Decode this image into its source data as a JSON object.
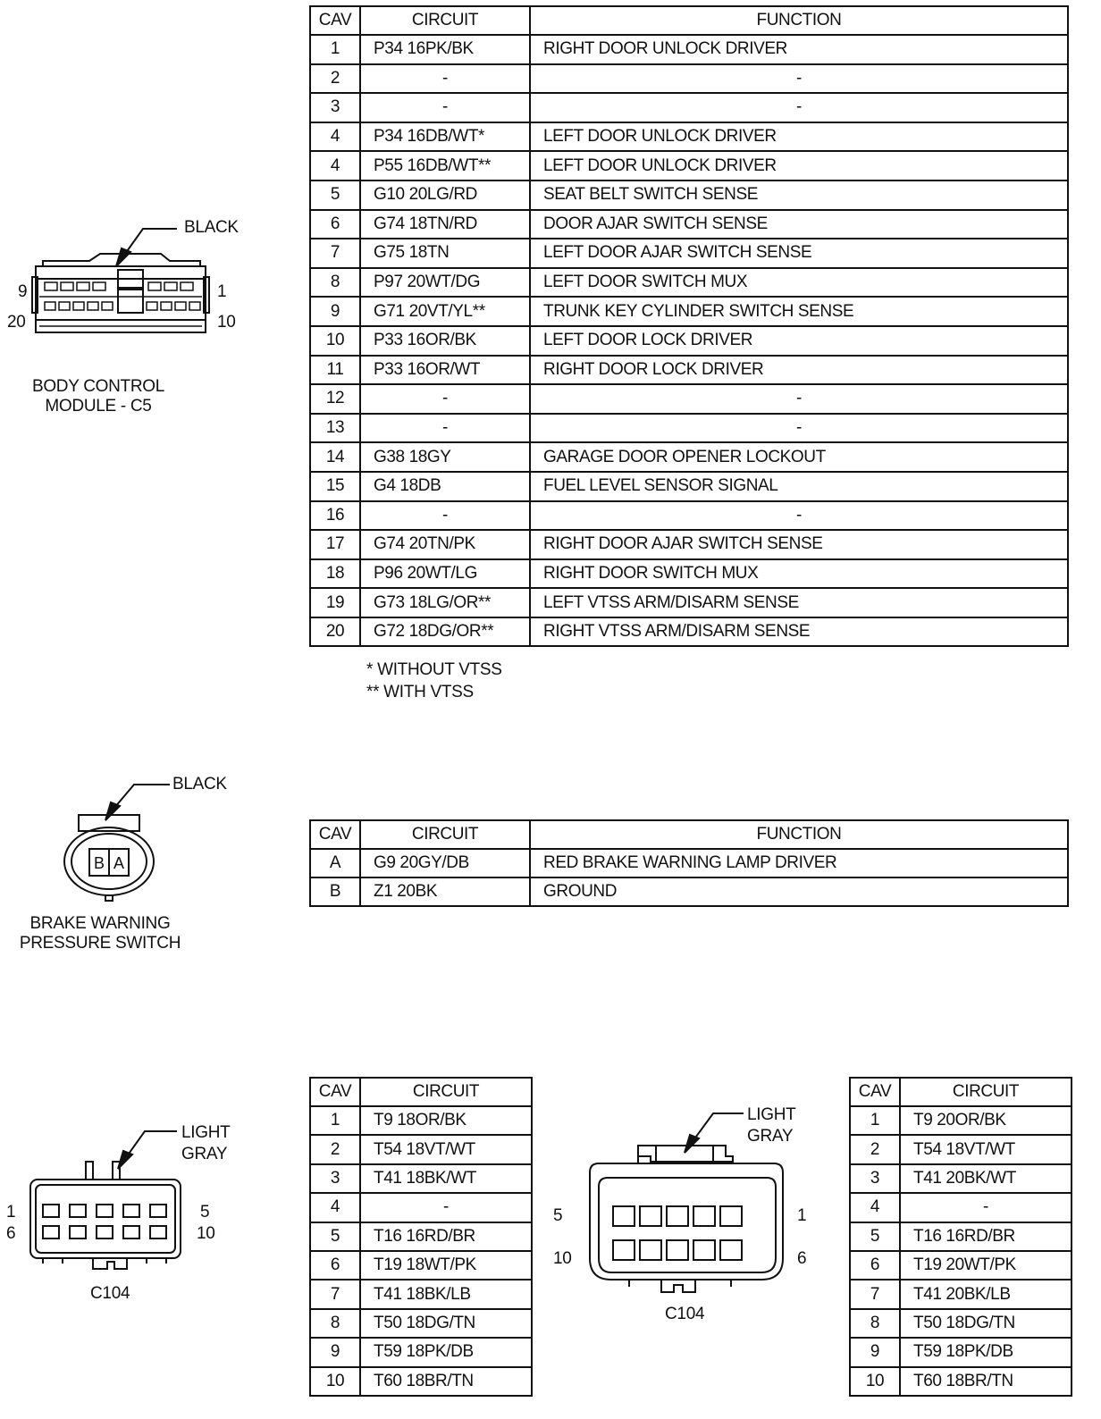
{
  "bcm": {
    "color_label": "BLACK",
    "pin_9": "9",
    "pin_1": "1",
    "pin_20": "20",
    "pin_10": "10",
    "name_line1": "BODY CONTROL",
    "name_line2": "MODULE - C5",
    "headers": {
      "cav": "CAV",
      "circuit": "CIRCUIT",
      "function": "FUNCTION"
    },
    "rows": [
      {
        "cav": "1",
        "circuit": "P34 16PK/BK",
        "function": "RIGHT DOOR UNLOCK DRIVER"
      },
      {
        "cav": "2",
        "circuit": "-",
        "function": "-"
      },
      {
        "cav": "3",
        "circuit": "-",
        "function": "-"
      },
      {
        "cav": "4",
        "circuit": "P34 16DB/WT*",
        "function": "LEFT DOOR UNLOCK DRIVER"
      },
      {
        "cav": "4",
        "circuit": "P55 16DB/WT**",
        "function": "LEFT DOOR UNLOCK DRIVER"
      },
      {
        "cav": "5",
        "circuit": "G10 20LG/RD",
        "function": "SEAT BELT SWITCH SENSE"
      },
      {
        "cav": "6",
        "circuit": "G74 18TN/RD",
        "function": "DOOR AJAR SWITCH SENSE"
      },
      {
        "cav": "7",
        "circuit": "G75 18TN",
        "function": "LEFT DOOR AJAR SWITCH SENSE"
      },
      {
        "cav": "8",
        "circuit": "P97 20WT/DG",
        "function": "LEFT DOOR SWITCH MUX"
      },
      {
        "cav": "9",
        "circuit": "G71 20VT/YL**",
        "function": "TRUNK KEY CYLINDER SWITCH SENSE"
      },
      {
        "cav": "10",
        "circuit": "P33 16OR/BK",
        "function": "LEFT DOOR LOCK DRIVER"
      },
      {
        "cav": "11",
        "circuit": "P33 16OR/WT",
        "function": "RIGHT DOOR LOCK DRIVER"
      },
      {
        "cav": "12",
        "circuit": "-",
        "function": "-"
      },
      {
        "cav": "13",
        "circuit": "-",
        "function": "-"
      },
      {
        "cav": "14",
        "circuit": "G38 18GY",
        "function": "GARAGE DOOR OPENER LOCKOUT"
      },
      {
        "cav": "15",
        "circuit": "G4 18DB",
        "function": "FUEL LEVEL SENSOR SIGNAL"
      },
      {
        "cav": "16",
        "circuit": "-",
        "function": "-"
      },
      {
        "cav": "17",
        "circuit": "G74 20TN/PK",
        "function": "RIGHT DOOR AJAR SWITCH SENSE"
      },
      {
        "cav": "18",
        "circuit": "P96 20WT/LG",
        "function": "RIGHT DOOR SWITCH MUX"
      },
      {
        "cav": "19",
        "circuit": "G73 18LG/OR**",
        "function": "LEFT VTSS ARM/DISARM SENSE"
      },
      {
        "cav": "20",
        "circuit": "G72 18DG/OR**",
        "function": "RIGHT VTSS ARM/DISARM SENSE"
      }
    ],
    "notes": [
      "* WITHOUT VTSS",
      "** WITH VTSS"
    ]
  },
  "brake": {
    "color_label": "BLACK",
    "pin_b": "B",
    "pin_a": "A",
    "name_line1": "BRAKE WARNING",
    "name_line2": "PRESSURE SWITCH",
    "headers": {
      "cav": "CAV",
      "circuit": "CIRCUIT",
      "function": "FUNCTION"
    },
    "rows": [
      {
        "cav": "A",
        "circuit": "G9 20GY/DB",
        "function": "RED BRAKE WARNING LAMP DRIVER"
      },
      {
        "cav": "B",
        "circuit": "Z1 20BK",
        "function": "GROUND"
      }
    ]
  },
  "c104_left": {
    "color_line1": "LIGHT",
    "color_line2": "GRAY",
    "pin_1": "1",
    "pin_6": "6",
    "pin_5": "5",
    "pin_10": "10",
    "name": "C104",
    "headers": {
      "cav": "CAV",
      "circuit": "CIRCUIT"
    },
    "rows": [
      {
        "cav": "1",
        "circuit": "T9 18OR/BK"
      },
      {
        "cav": "2",
        "circuit": "T54 18VT/WT"
      },
      {
        "cav": "3",
        "circuit": "T41 18BK/WT"
      },
      {
        "cav": "4",
        "circuit": "-"
      },
      {
        "cav": "5",
        "circuit": "T16 16RD/BR"
      },
      {
        "cav": "6",
        "circuit": "T19 18WT/PK"
      },
      {
        "cav": "7",
        "circuit": "T41 18BK/LB"
      },
      {
        "cav": "8",
        "circuit": "T50 18DG/TN"
      },
      {
        "cav": "9",
        "circuit": "T59 18PK/DB"
      },
      {
        "cav": "10",
        "circuit": "T60 18BR/TN"
      }
    ]
  },
  "c104_right": {
    "color_line1": "LIGHT",
    "color_line2": "GRAY",
    "pin_5": "5",
    "pin_1": "1",
    "pin_10": "10",
    "pin_6": "6",
    "name": "C104",
    "headers": {
      "cav": "CAV",
      "circuit": "CIRCUIT"
    },
    "rows": [
      {
        "cav": "1",
        "circuit": "T9 20OR/BK"
      },
      {
        "cav": "2",
        "circuit": "T54 18VT/WT"
      },
      {
        "cav": "3",
        "circuit": "T41 20BK/WT"
      },
      {
        "cav": "4",
        "circuit": "-"
      },
      {
        "cav": "5",
        "circuit": "T16 16RD/BR"
      },
      {
        "cav": "6",
        "circuit": "T19 20WT/PK"
      },
      {
        "cav": "7",
        "circuit": "T41 20BK/LB"
      },
      {
        "cav": "8",
        "circuit": "T50 18DG/TN"
      },
      {
        "cav": "9",
        "circuit": "T59 18PK/DB"
      },
      {
        "cav": "10",
        "circuit": "T60 18BR/TN"
      }
    ]
  }
}
